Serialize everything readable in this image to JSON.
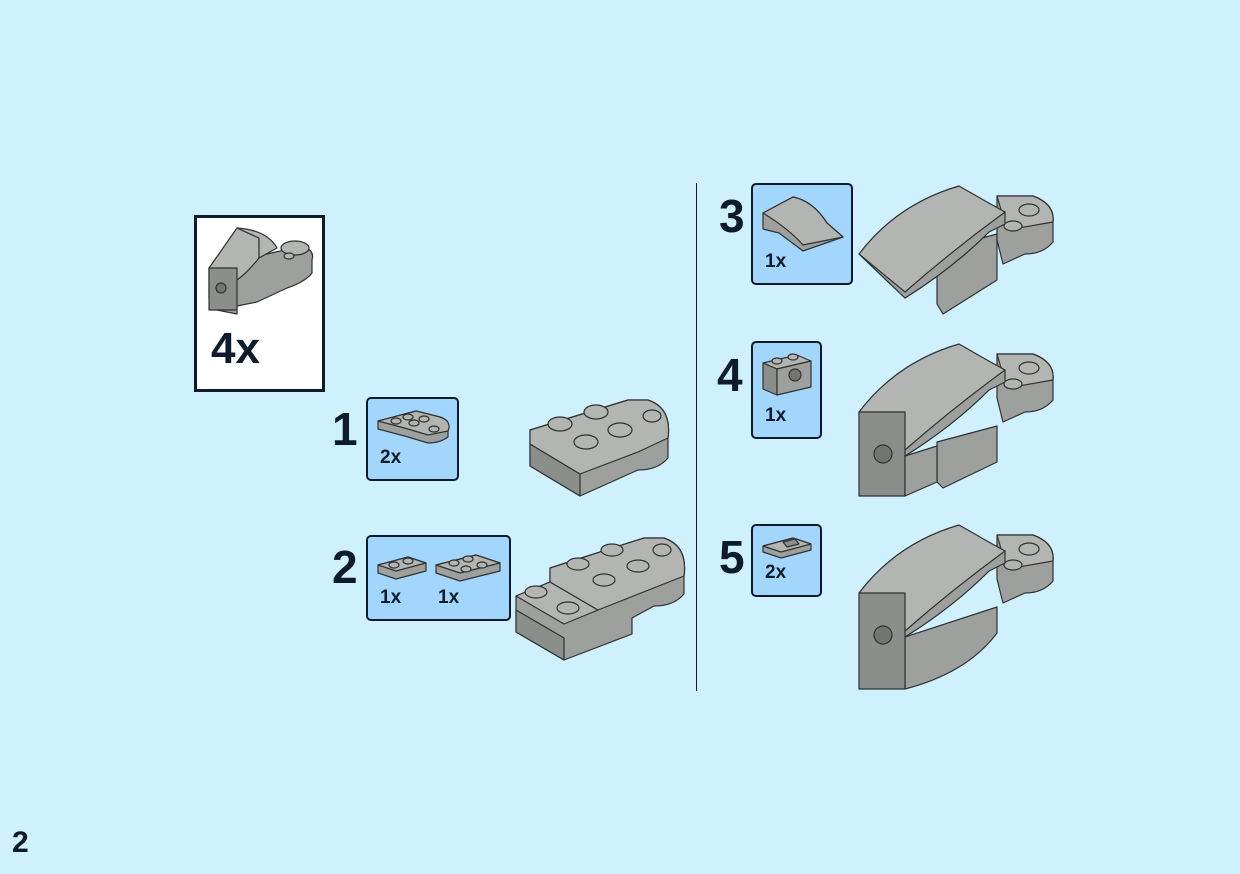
{
  "page": {
    "number": "2"
  },
  "subassembly": {
    "quantity": "4x",
    "icon": "curved-slope-assembly-icon"
  },
  "steps": [
    {
      "number": "1",
      "parts": [
        {
          "qty": "2x",
          "icon": "plate-2x3-round-end-icon"
        }
      ]
    },
    {
      "number": "2",
      "parts": [
        {
          "qty": "1x",
          "icon": "plate-1x2-icon"
        },
        {
          "qty": "1x",
          "icon": "plate-2x2-icon"
        }
      ]
    },
    {
      "number": "3",
      "parts": [
        {
          "qty": "1x",
          "icon": "curved-slope-icon"
        }
      ]
    },
    {
      "number": "4",
      "parts": [
        {
          "qty": "1x",
          "icon": "technic-brick-1x2-hole-icon"
        }
      ]
    },
    {
      "number": "5",
      "parts": [
        {
          "qty": "2x",
          "icon": "tile-1x1-clip-icon"
        }
      ]
    }
  ],
  "colors": {
    "background": "#cff0fe",
    "parts_box": "#a3d6fd",
    "part_grey": "#9ea09e",
    "outline": "#0d1b2a"
  }
}
